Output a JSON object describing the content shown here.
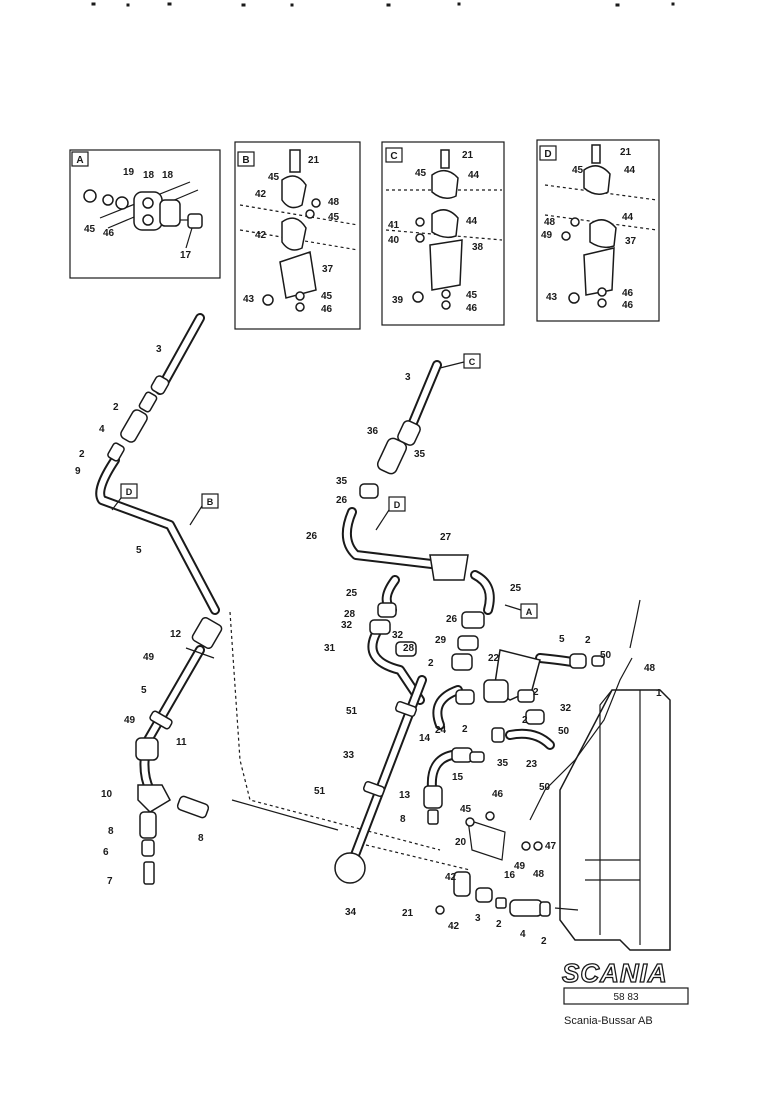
{
  "inset_titles": [
    "A",
    "B",
    "C",
    "D"
  ],
  "insets": {
    "A": [
      "19",
      "18",
      "18",
      "45",
      "46",
      "17"
    ],
    "B": [
      "21",
      "45",
      "42",
      "48",
      "45",
      "42",
      "37",
      "45",
      "43",
      "46"
    ],
    "C": [
      "21",
      "45",
      "44",
      "44",
      "41",
      "40",
      "38",
      "45",
      "39",
      "46"
    ],
    "D": [
      "21",
      "45",
      "44",
      "48",
      "49",
      "44",
      "37",
      "43",
      "46",
      "46"
    ]
  },
  "left_labels": [
    "3",
    "2",
    "4",
    "2",
    "9",
    "5",
    "12",
    "49",
    "5",
    "49",
    "11",
    "10",
    "8",
    "8",
    "6",
    "7"
  ],
  "center_labels": [
    "3",
    "36",
    "35",
    "35",
    "26",
    "26",
    "27",
    "25",
    "25",
    "28",
    "26",
    "32",
    "32",
    "29",
    "31",
    "28",
    "2",
    "51",
    "24",
    "2",
    "33",
    "14",
    "51",
    "13",
    "8",
    "34"
  ],
  "right_labels": [
    "5",
    "2",
    "50",
    "48",
    "1",
    "22",
    "2",
    "32",
    "2",
    "35",
    "23",
    "50",
    "15",
    "50",
    "46",
    "45",
    "20",
    "47",
    "48",
    "49",
    "16",
    "42",
    "21",
    "42",
    "3",
    "2",
    "4",
    "2"
  ],
  "ref_markers": [
    "C",
    "D",
    "B",
    "D",
    "A"
  ],
  "logo": {
    "brand": "SCANIA",
    "code": "58 83",
    "company": "Scania-Bussar AB"
  }
}
